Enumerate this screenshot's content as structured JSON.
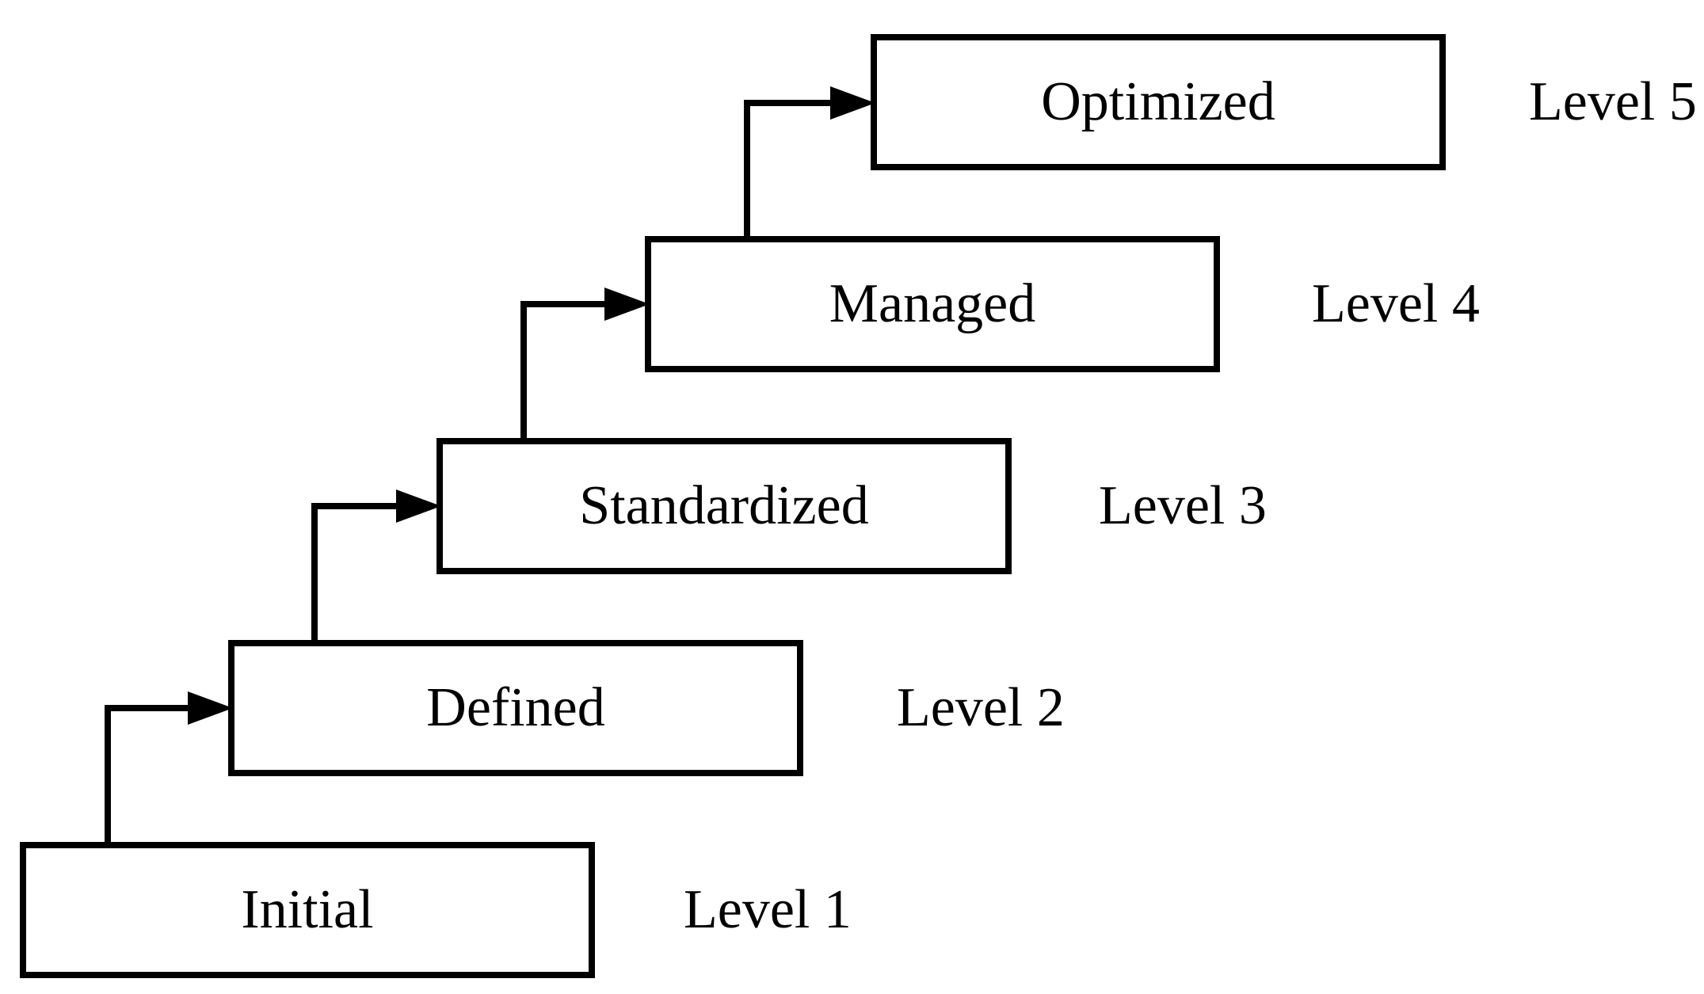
{
  "diagram": {
    "background_color": "#ffffff",
    "line_color": "#000000",
    "text_color": "#000000",
    "box_fill": "#ffffff",
    "stages": [
      {
        "name": "Initial",
        "level": "Level 1"
      },
      {
        "name": "Defined",
        "level": "Level 2"
      },
      {
        "name": "Standardized",
        "level": "Level 3"
      },
      {
        "name": "Managed",
        "level": "Level 4"
      },
      {
        "name": "Optimized",
        "level": "Level 5"
      }
    ],
    "connectors": [
      {
        "from": "Initial",
        "to": "Defined"
      },
      {
        "from": "Defined",
        "to": "Standardized"
      },
      {
        "from": "Standardized",
        "to": "Managed"
      },
      {
        "from": "Managed",
        "to": "Optimized"
      }
    ]
  }
}
